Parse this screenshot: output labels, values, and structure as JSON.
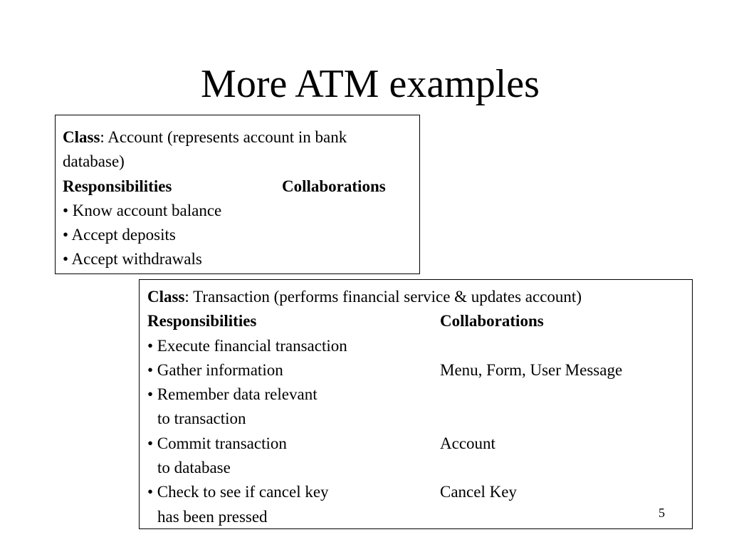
{
  "slide": {
    "title": "More ATM examples",
    "page_number": "5"
  },
  "account_card": {
    "class_label": "Class",
    "class_text": ": Account (represents account in bank",
    "class_text_cont": "database)",
    "responsibilities_header": "Responsibilities",
    "collaborations_header": "Collaborations",
    "responsibilities": [
      "• Know account balance",
      "• Accept deposits",
      "• Accept withdrawals"
    ]
  },
  "transaction_card": {
    "class_label": "Class",
    "class_text": ": Transaction (performs financial service & updates account)",
    "responsibilities_header": "Responsibilities",
    "collaborations_header": "Collaborations",
    "rows": [
      {
        "responsibility": "• Execute financial transaction",
        "collaboration": ""
      },
      {
        "responsibility": "• Gather information",
        "collaboration": "Menu, Form, User Message"
      },
      {
        "responsibility": "• Remember data relevant",
        "collaboration": ""
      },
      {
        "responsibility": "to transaction",
        "collaboration": ""
      },
      {
        "responsibility": "• Commit transaction",
        "collaboration": "Account"
      },
      {
        "responsibility": "to database",
        "collaboration": ""
      },
      {
        "responsibility": "• Check to see if cancel key",
        "collaboration": "Cancel Key"
      },
      {
        "responsibility": "has been pressed",
        "collaboration": ""
      }
    ]
  }
}
